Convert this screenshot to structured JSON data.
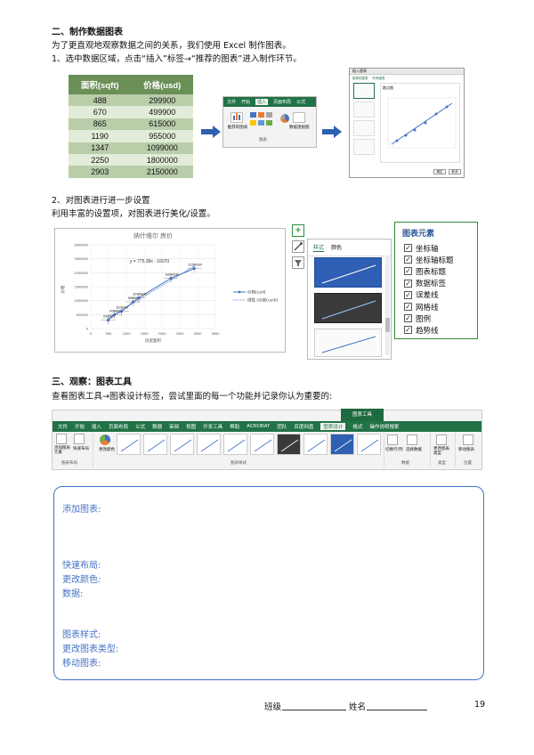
{
  "section2": {
    "heading": "二、制作数据图表",
    "intro": "为了更直观地观察数据之间的关系，我们使用 Excel 制作图表。",
    "step1": "1、选中数据区域，点击“插入”标签→“推荐的图表”进入制作环节。"
  },
  "table": {
    "headers": [
      "面积(sqft)",
      "价格(usd)"
    ],
    "rows": [
      [
        "488",
        "299900"
      ],
      [
        "670",
        "499900"
      ],
      [
        "865",
        "615000"
      ],
      [
        "1190",
        "955000"
      ],
      [
        "1347",
        "1099000"
      ],
      [
        "2250",
        "1800000"
      ],
      [
        "2903",
        "2150000"
      ]
    ]
  },
  "ribbon1": {
    "tabs": [
      "文件",
      "开始",
      "插入",
      "页面布局",
      "公式"
    ],
    "selected_tab": "插入",
    "group_label": "图表",
    "button_recommended": "推荐的图表",
    "button_pivot": "数据透视图"
  },
  "dialog": {
    "title": "插入图表",
    "tabs": [
      "推荐的图表",
      "所有图表"
    ],
    "preview_title": "散点图",
    "ok": "确定",
    "cancel": "取消"
  },
  "step2": {
    "line1": "2、对图表进行进一步设置",
    "line2": "利用丰富的设置项，对图表进行美化/设置。"
  },
  "chart_data": {
    "type": "scatter",
    "title": "纳什维尔 房价",
    "xlabel": "房屋面积",
    "ylabel": "价格",
    "equation": "y = 775.38x - 16070",
    "x": [
      488,
      670,
      865,
      1190,
      1347,
      2250,
      2903
    ],
    "y": [
      299900,
      499900,
      615000,
      955000,
      1099000,
      1800000,
      2150000
    ],
    "data_labels": [
      "299900",
      "499900",
      "615000",
      "955000",
      "1099000",
      "1800000",
      "2150000"
    ],
    "xlim": [
      0,
      3500
    ],
    "ylim": [
      0,
      3000000
    ],
    "x_ticks": [
      "0",
      "500",
      "1000",
      "1500",
      "2000",
      "2500",
      "3000",
      "3500"
    ],
    "y_ticks": [
      "0",
      "500000",
      "1000000",
      "1500000",
      "2000000",
      "2500000",
      "3000000"
    ],
    "legend": [
      "价格(usd)",
      "线性 (价格(usd))"
    ],
    "legend_position": "right",
    "grid": true,
    "series_color": "#4472c4"
  },
  "style_panel": {
    "tabs": [
      "样式",
      "颜色"
    ]
  },
  "elements_panel": {
    "title": "图表元素",
    "items": [
      {
        "label": "坐标轴",
        "checked": true
      },
      {
        "label": "坐标轴标题",
        "checked": true
      },
      {
        "label": "图表标题",
        "checked": true
      },
      {
        "label": "数据标签",
        "checked": true
      },
      {
        "label": "误差线",
        "checked": true
      },
      {
        "label": "网格线",
        "checked": true
      },
      {
        "label": "图例",
        "checked": true
      },
      {
        "label": "趋势线",
        "checked": true
      }
    ]
  },
  "section3": {
    "heading": "三、观察：图表工具",
    "desc": "查看图表工具→图表设计标签，尝试里面的每一个功能并记录你认为重要的:"
  },
  "ribbon2": {
    "context_tab": "图表工具",
    "tabs": [
      "文件",
      "开始",
      "插入",
      "页面布局",
      "公式",
      "数据",
      "审阅",
      "视图",
      "开发工具",
      "帮助",
      "ACROBAT",
      "团队",
      "百度网盘",
      "图表设计",
      "格式",
      "操作说明搜索"
    ],
    "selected_tab": "图表设计",
    "groups": {
      "layout": "图表布局",
      "styles": "图表样式",
      "data": "数据",
      "type": "类型",
      "location": "位置"
    },
    "buttons": {
      "add_element": "添加图表元素",
      "quick_layout": "快速布局",
      "change_colors": "更改颜色",
      "switch_row_col": "切换行/列",
      "select_data": "选择数据",
      "change_type": "更改图表类型",
      "move_chart": "移动图表"
    }
  },
  "notes": {
    "add_chart": "添加图表:",
    "quick_layout": "快速布局:",
    "change_colors": "更改颜色:",
    "data": "数据:",
    "chart_styles": "图表样式:",
    "change_type": "更改图表类型:",
    "move_chart": "移动图表:"
  },
  "footer": {
    "class_label": "班级",
    "name_label": "姓名",
    "page": "19"
  }
}
